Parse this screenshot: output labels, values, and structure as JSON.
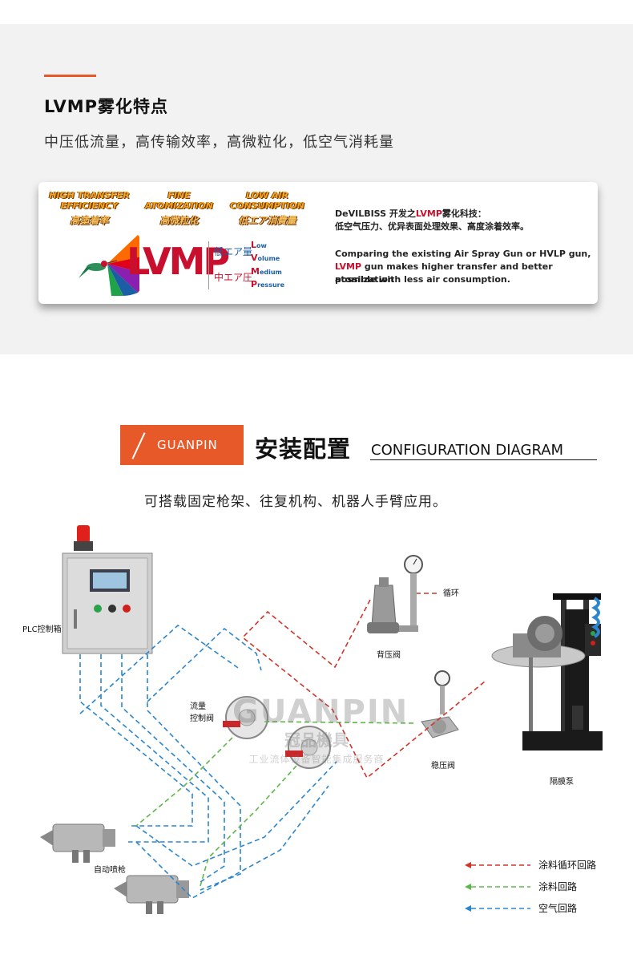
{
  "section1": {
    "title": "LVMP雾化特点",
    "subtitle": "中压低流量，高传输效率，高微粒化，低空气消耗量",
    "banner": {
      "features": [
        {
          "en1": "HIGH TRANSFER",
          "en2": "EFFICIENCY",
          "cn": "高塗着率"
        },
        {
          "en1": "FINE",
          "en2": "ATOMIZATION",
          "cn": "高微粒化"
        },
        {
          "en1": "LOW AIR",
          "en2": "CONSUMPTION",
          "cn": "低エア消費量"
        }
      ],
      "logo_text": "LVMP",
      "jp_low": "低エア量",
      "jp_mid": "中エア圧",
      "acronym": [
        {
          "letter": "L",
          "rest": "ow"
        },
        {
          "letter": "V",
          "rest": "olume"
        },
        {
          "letter": "M",
          "rest": "edium"
        },
        {
          "letter": "P",
          "rest": "ressure"
        }
      ],
      "desc_cn_1a": "DeVILBISS  开发之",
      "desc_cn_1b": "LVMP",
      "desc_cn_1c": "雾化科技：",
      "desc_cn_2": "低空气压力、优异表面处理效果、高度涂着效率。",
      "desc_en_1": "Comparing the existing Air Spray Gun or HVLP gun,",
      "desc_en_2a": "LVMP",
      "desc_en_2b": " gun makes higher transfer and better atomization",
      "desc_en_3": "possible with less air consumption."
    }
  },
  "section2": {
    "badge": "GUANPIN",
    "title_cn": "安装配置",
    "title_en": "CONFIGURATION DIAGRAM",
    "subtitle": "可搭载固定枪架、往复机构、机器人手臂应用。"
  },
  "diagram": {
    "labels": {
      "plc": "PLC控制箱",
      "flow": "流量",
      "flow2": "控制阀",
      "back": "背压阀",
      "loop": "循环",
      "stab": "稳压阀",
      "pump": "隔膜泵",
      "gun": "自动喷枪"
    },
    "watermark": {
      "big": "GUANPIN",
      "mid": "冠品機具",
      "small": "工业流体设备智能集成服务商"
    },
    "legend": [
      {
        "label": "涂料循环回路",
        "color": "#d0352b"
      },
      {
        "label": "涂料回路",
        "color": "#5db84a"
      },
      {
        "label": "空气回路",
        "color": "#2b86d0"
      }
    ]
  }
}
